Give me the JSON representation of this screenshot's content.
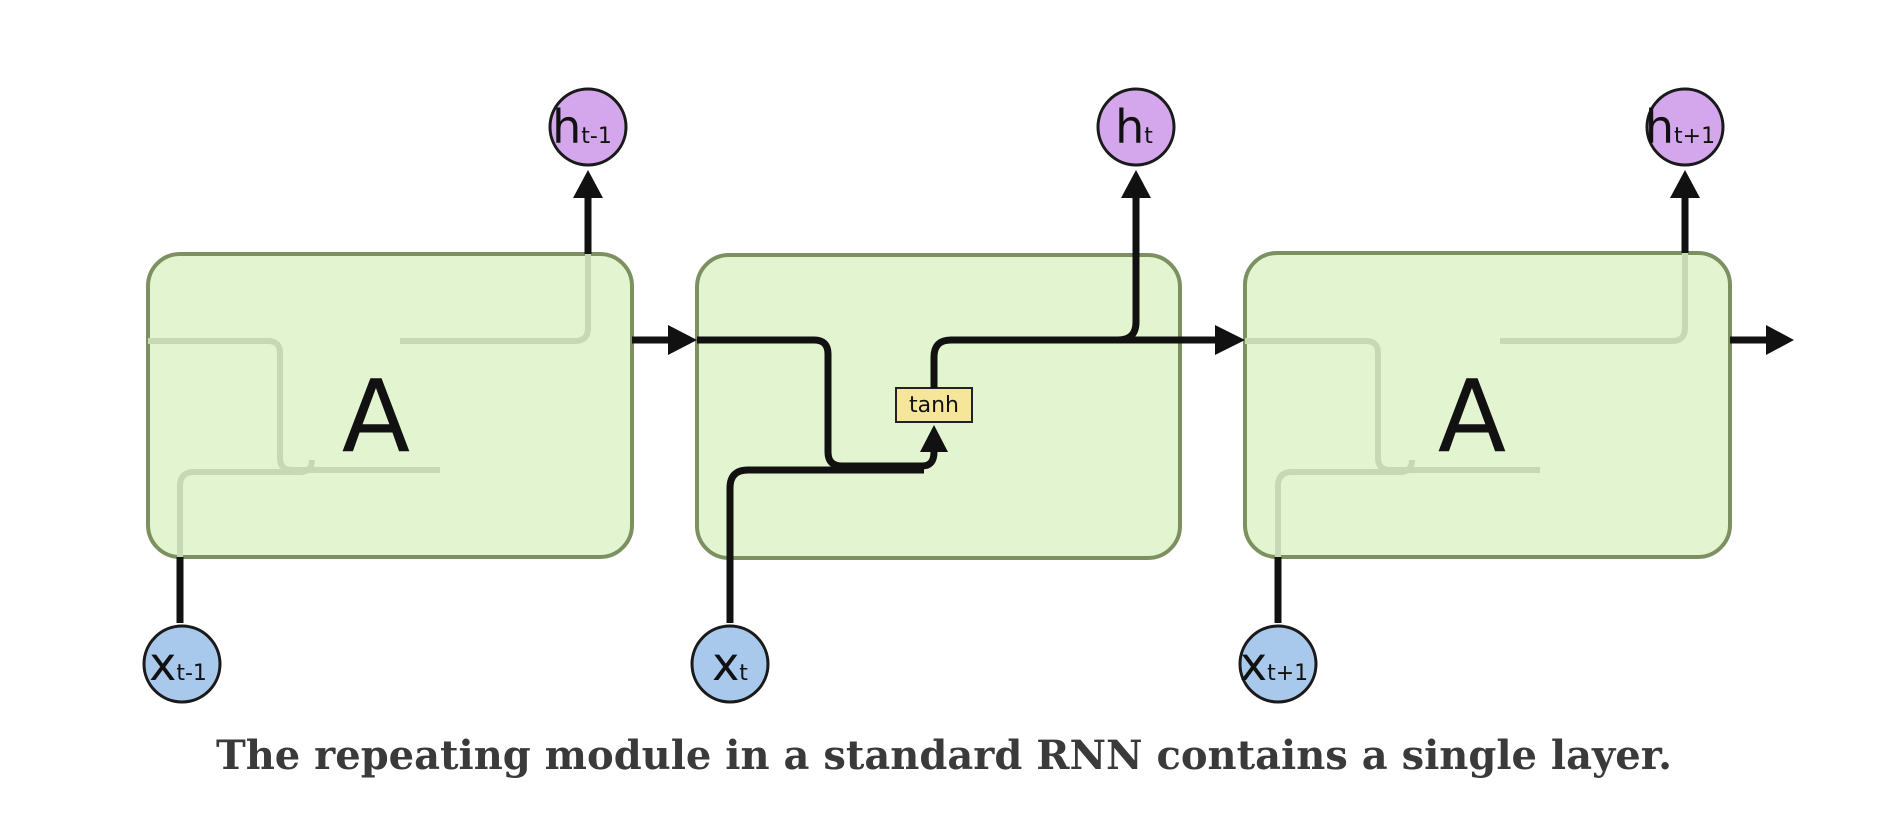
{
  "cells": [
    {
      "label": "A",
      "input": {
        "letter": "x",
        "sub": "t-1"
      },
      "output": {
        "letter": "h",
        "sub": "t-1"
      }
    },
    {
      "label": "",
      "gate": "tanh",
      "input": {
        "letter": "x",
        "sub": "t"
      },
      "output": {
        "letter": "h",
        "sub": "t"
      }
    },
    {
      "label": "A",
      "input": {
        "letter": "x",
        "sub": "t+1"
      },
      "output": {
        "letter": "h",
        "sub": "t+1"
      }
    }
  ],
  "caption": "The repeating module in a standard RNN contains a single layer.",
  "colors": {
    "cell_fill": "#e2f4d0",
    "cell_border": "#7d9060",
    "hidden_node": "#d4a7ec",
    "input_node": "#a9c9ec",
    "gate_fill": "#f6e69a"
  }
}
